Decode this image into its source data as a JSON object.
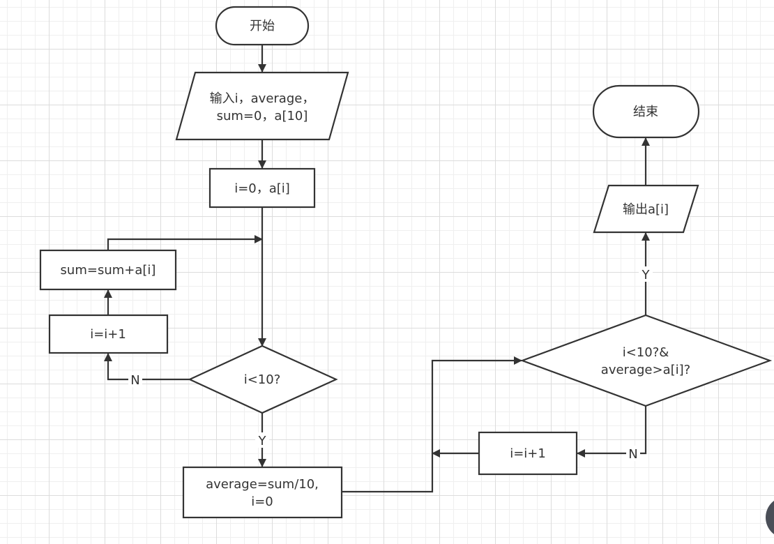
{
  "nodes": {
    "start": "开始",
    "input": [
      "输入i，average，",
      "sum=0，a[10]"
    ],
    "init": "i=0，a[i]",
    "accumulate": "sum=sum+a[i]",
    "increment_left": "i=i+1",
    "cond_loop": "i<10?",
    "compute_avg": [
      "average=sum/10,",
      "i=0"
    ],
    "cond_filter": [
      "i<10?&",
      "average>a[i]?"
    ],
    "increment_right": "i=i+1",
    "output": "输出a[i]",
    "end": "结束"
  },
  "edge_labels": {
    "loop_no": "N",
    "loop_yes": "Y",
    "filter_no": "N",
    "filter_yes": "Y"
  }
}
